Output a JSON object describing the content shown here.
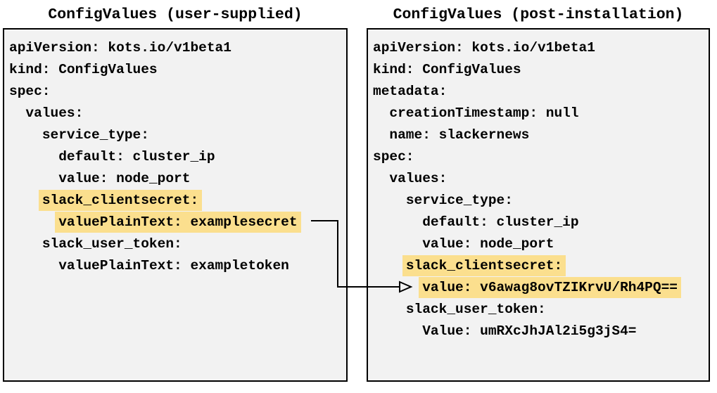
{
  "colors": {
    "highlight": "#fbdf8e",
    "panel_bg": "#f2f2f2",
    "panel_border": "#000000",
    "text": "#000000"
  },
  "left_panel": {
    "title": "ConfigValues (user-supplied)",
    "lines": [
      {
        "indent": 0,
        "text": "apiVersion: kots.io/v1beta1",
        "highlighted": false
      },
      {
        "indent": 0,
        "text": "kind: ConfigValues",
        "highlighted": false
      },
      {
        "indent": 0,
        "text": "spec:",
        "highlighted": false
      },
      {
        "indent": 2,
        "text": "values:",
        "highlighted": false
      },
      {
        "indent": 4,
        "text": "service_type:",
        "highlighted": false
      },
      {
        "indent": 6,
        "text": "default: cluster_ip",
        "highlighted": false
      },
      {
        "indent": 6,
        "text": "value: node_port",
        "highlighted": false
      },
      {
        "indent": 4,
        "text": "slack_clientsecret:",
        "highlighted": true
      },
      {
        "indent": 6,
        "text": "valuePlainText: examplesecret",
        "highlighted": true
      },
      {
        "indent": 4,
        "text": "slack_user_token:",
        "highlighted": false
      },
      {
        "indent": 6,
        "text": "valuePlainText: exampletoken",
        "highlighted": false
      }
    ]
  },
  "right_panel": {
    "title": "ConfigValues (post-installation)",
    "lines": [
      {
        "indent": 0,
        "text": "apiVersion: kots.io/v1beta1",
        "highlighted": false
      },
      {
        "indent": 0,
        "text": "kind: ConfigValues",
        "highlighted": false
      },
      {
        "indent": 0,
        "text": "metadata:",
        "highlighted": false
      },
      {
        "indent": 2,
        "text": "creationTimestamp: null",
        "highlighted": false
      },
      {
        "indent": 2,
        "text": "name: slackernews",
        "highlighted": false
      },
      {
        "indent": 0,
        "text": "spec:",
        "highlighted": false
      },
      {
        "indent": 2,
        "text": "values:",
        "highlighted": false
      },
      {
        "indent": 4,
        "text": "service_type:",
        "highlighted": false
      },
      {
        "indent": 6,
        "text": "default: cluster_ip",
        "highlighted": false
      },
      {
        "indent": 6,
        "text": "value: node_port",
        "highlighted": false
      },
      {
        "indent": 4,
        "text": "slack_clientsecret:",
        "highlighted": true
      },
      {
        "indent": 6,
        "text": "value: v6awag8ovTZIKrvU/Rh4PQ==",
        "highlighted": true
      },
      {
        "indent": 4,
        "text": "slack_user_token:",
        "highlighted": false
      },
      {
        "indent": 6,
        "text": "Value: umRXcJhJAl2i5g3jS4=",
        "highlighted": false
      }
    ]
  },
  "arrow": {
    "from_line": "valuePlainText: examplesecret",
    "to_line": "value: v6awag8ovTZIKrvU/Rh4PQ=="
  }
}
